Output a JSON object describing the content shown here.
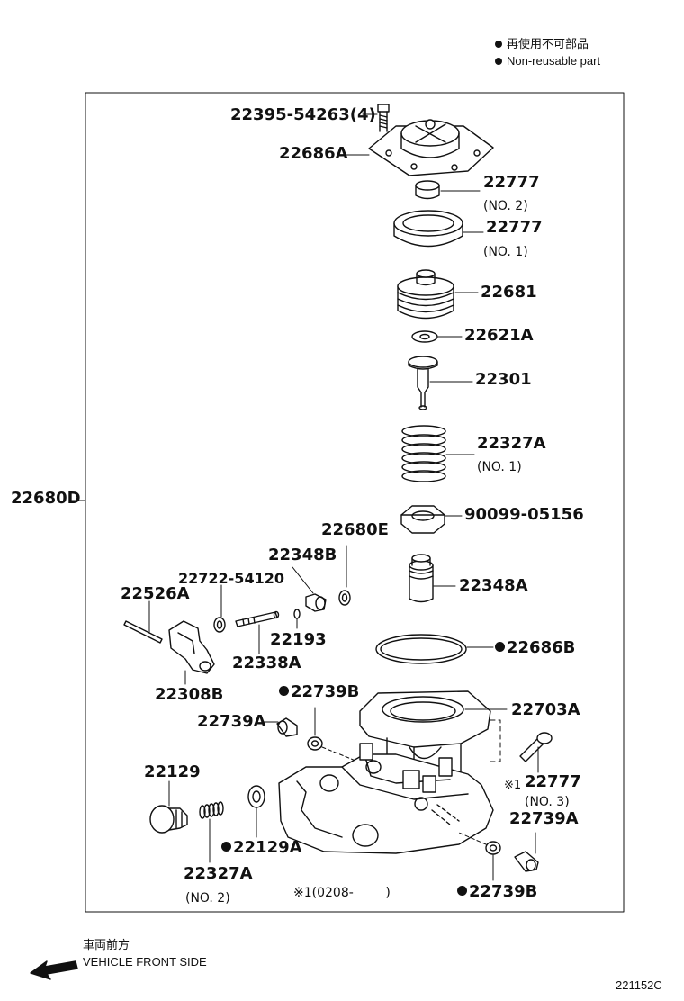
{
  "legend": {
    "jp": "再使用不可部品",
    "en": "Non-reusable part"
  },
  "assembly_label": "22680D",
  "parts": {
    "p22395": "22395-54263(4)",
    "p22686A": "22686A",
    "p22777_no2": "22777",
    "p22777_no2_sub": "(NO. 2)",
    "p22777_no1": "22777",
    "p22777_no1_sub": "(NO. 1)",
    "p22681": "22681",
    "p22621A": "22621A",
    "p22301": "22301",
    "p22327A_no1": "22327A",
    "p22327A_no1_sub": "(NO. 1)",
    "p90099": "90099-05156",
    "p22680E": "22680E",
    "p22348B": "22348B",
    "p22722": "22722-54120",
    "p22526A": "22526A",
    "p22348A": "22348A",
    "p22193": "22193",
    "p22338A": "22338A",
    "p22686B": "22686B",
    "p22308B": "22308B",
    "p22739B_top": "22739B",
    "p22703A": "22703A",
    "p22739A_left": "22739A",
    "p22129": "22129",
    "p22777_no3": "22777",
    "p22777_no3_mark": "※1",
    "p22777_no3_sub": "(NO. 3)",
    "p22739A_right": "22739A",
    "p22129A": "22129A",
    "p22327A_no2": "22327A",
    "p22327A_no2_sub": "(NO. 2)",
    "note_range": "※1(0208-        )",
    "p22739B_bottom": "22739B"
  },
  "footer": {
    "front_jp": "車両前方",
    "front_en": "VEHICLE FRONT SIDE",
    "diagram_code": "221152C"
  },
  "colors": {
    "line": "#111111",
    "background": "#ffffff"
  }
}
